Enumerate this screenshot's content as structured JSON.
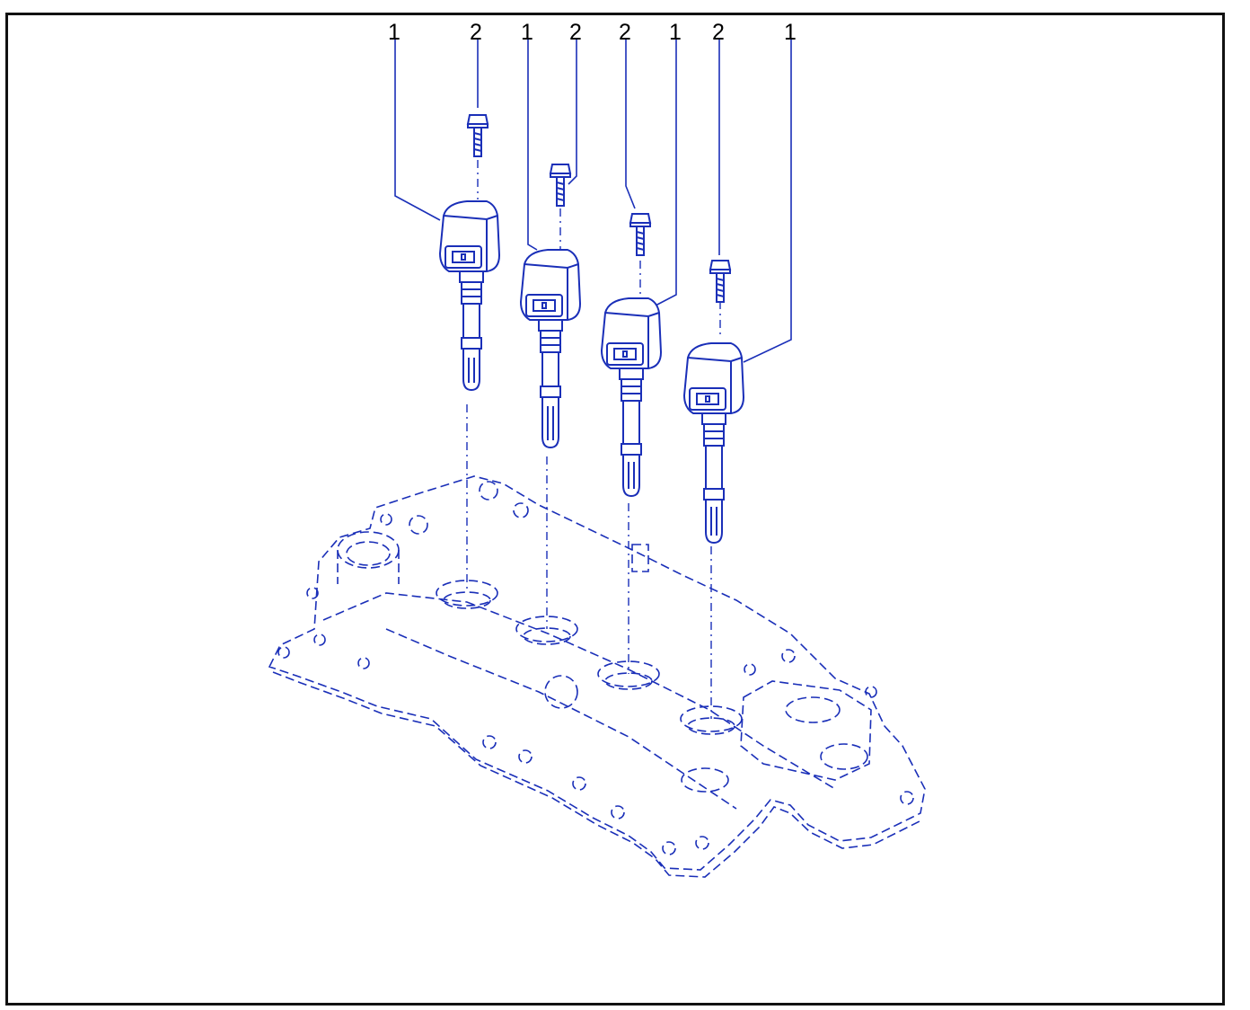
{
  "callouts": [
    {
      "label": "1",
      "target": "ignition-coil"
    },
    {
      "label": "2",
      "target": "coil-bolt"
    },
    {
      "label": "1",
      "target": "ignition-coil"
    },
    {
      "label": "2",
      "target": "coil-bolt"
    },
    {
      "label": "2",
      "target": "coil-bolt"
    },
    {
      "label": "1",
      "target": "ignition-coil"
    },
    {
      "label": "2",
      "target": "coil-bolt"
    },
    {
      "label": "1",
      "target": "ignition-coil"
    }
  ],
  "colors": {
    "line": "#1a2fb8",
    "frame": "#111111",
    "text": "#000000"
  }
}
